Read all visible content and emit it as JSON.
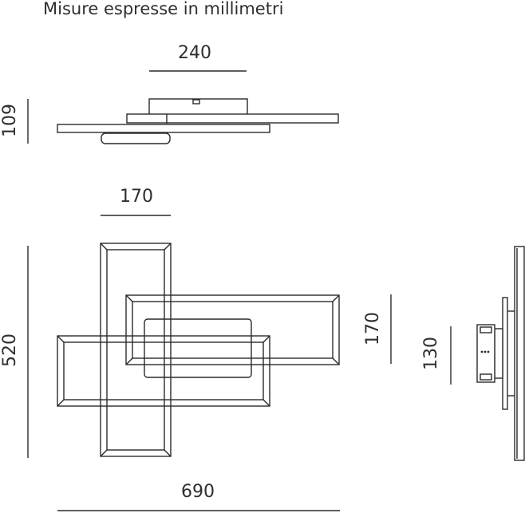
{
  "title": "Misure espresse in millimetri",
  "dimensions": {
    "top_width": "240",
    "top_height": "109",
    "front_small_width": "170",
    "front_height": "520",
    "front_width": "690",
    "front_right_height": "170",
    "side_height": "130"
  },
  "colors": {
    "line": "#2a2a2a",
    "fill": "#ffffff"
  }
}
